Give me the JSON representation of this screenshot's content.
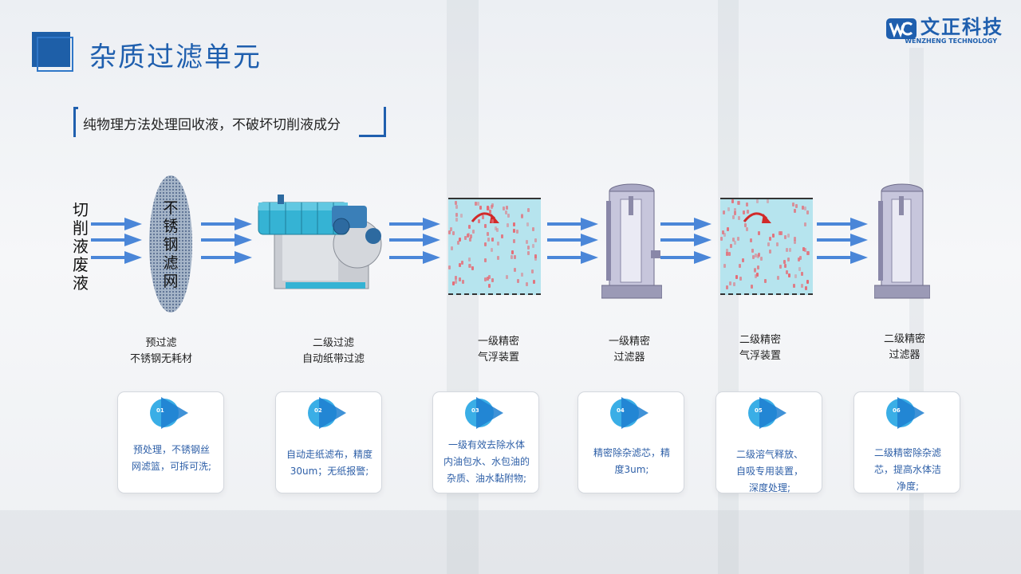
{
  "page": {
    "title": "杂质过滤单元",
    "subtitle": "纯物理方法处理回收液，不破坏切削液成分"
  },
  "logo": {
    "cn": "文正科技",
    "en": "WENZHENG TECHNOLOGY"
  },
  "input_label": [
    "切",
    "削",
    "液",
    "废",
    "液"
  ],
  "filter_label": [
    "不",
    "锈",
    "钢",
    "滤",
    "网"
  ],
  "stages": [
    {
      "caption": [
        "预过滤",
        "不锈钢无耗材"
      ],
      "num": "01",
      "desc": [
        "预处理，不锈钢丝",
        "网滤篮，可拆可洗;"
      ]
    },
    {
      "caption": [
        "二级过滤",
        "自动纸带过滤"
      ],
      "num": "02",
      "desc": [
        "自动走纸滤布，精度",
        "30um；无纸报警;"
      ]
    },
    {
      "caption": [
        "一级精密",
        "气浮装置"
      ],
      "num": "03",
      "desc": [
        "一级有效去除水体",
        "内油包水、水包油的",
        "杂质、油水黏附物;"
      ]
    },
    {
      "caption": [
        "一级精密",
        "过滤器"
      ],
      "num": "04",
      "desc": [
        "精密除杂滤芯，精",
        "度3um;"
      ]
    },
    {
      "caption": [
        "二级精密",
        "气浮装置"
      ],
      "num": "05",
      "desc": [
        "二级溶气释放、",
        "自吸专用装置，",
        "深度处理;"
      ]
    },
    {
      "caption": [
        "二级精密",
        "过滤器"
      ],
      "num": "06",
      "desc": [
        "二级精密除杂滤",
        "芯，提高水体洁",
        "净度;"
      ]
    }
  ],
  "colors": {
    "accent": "#1f5fae",
    "arrow": "#4a86d8",
    "text_blue": "#2f60a8",
    "tank_water": "#b6e4ee",
    "particle": "#e56a74"
  },
  "icons": [
    "right-arrow-icon",
    "badge-play-icon",
    "logo-mark-icon"
  ]
}
